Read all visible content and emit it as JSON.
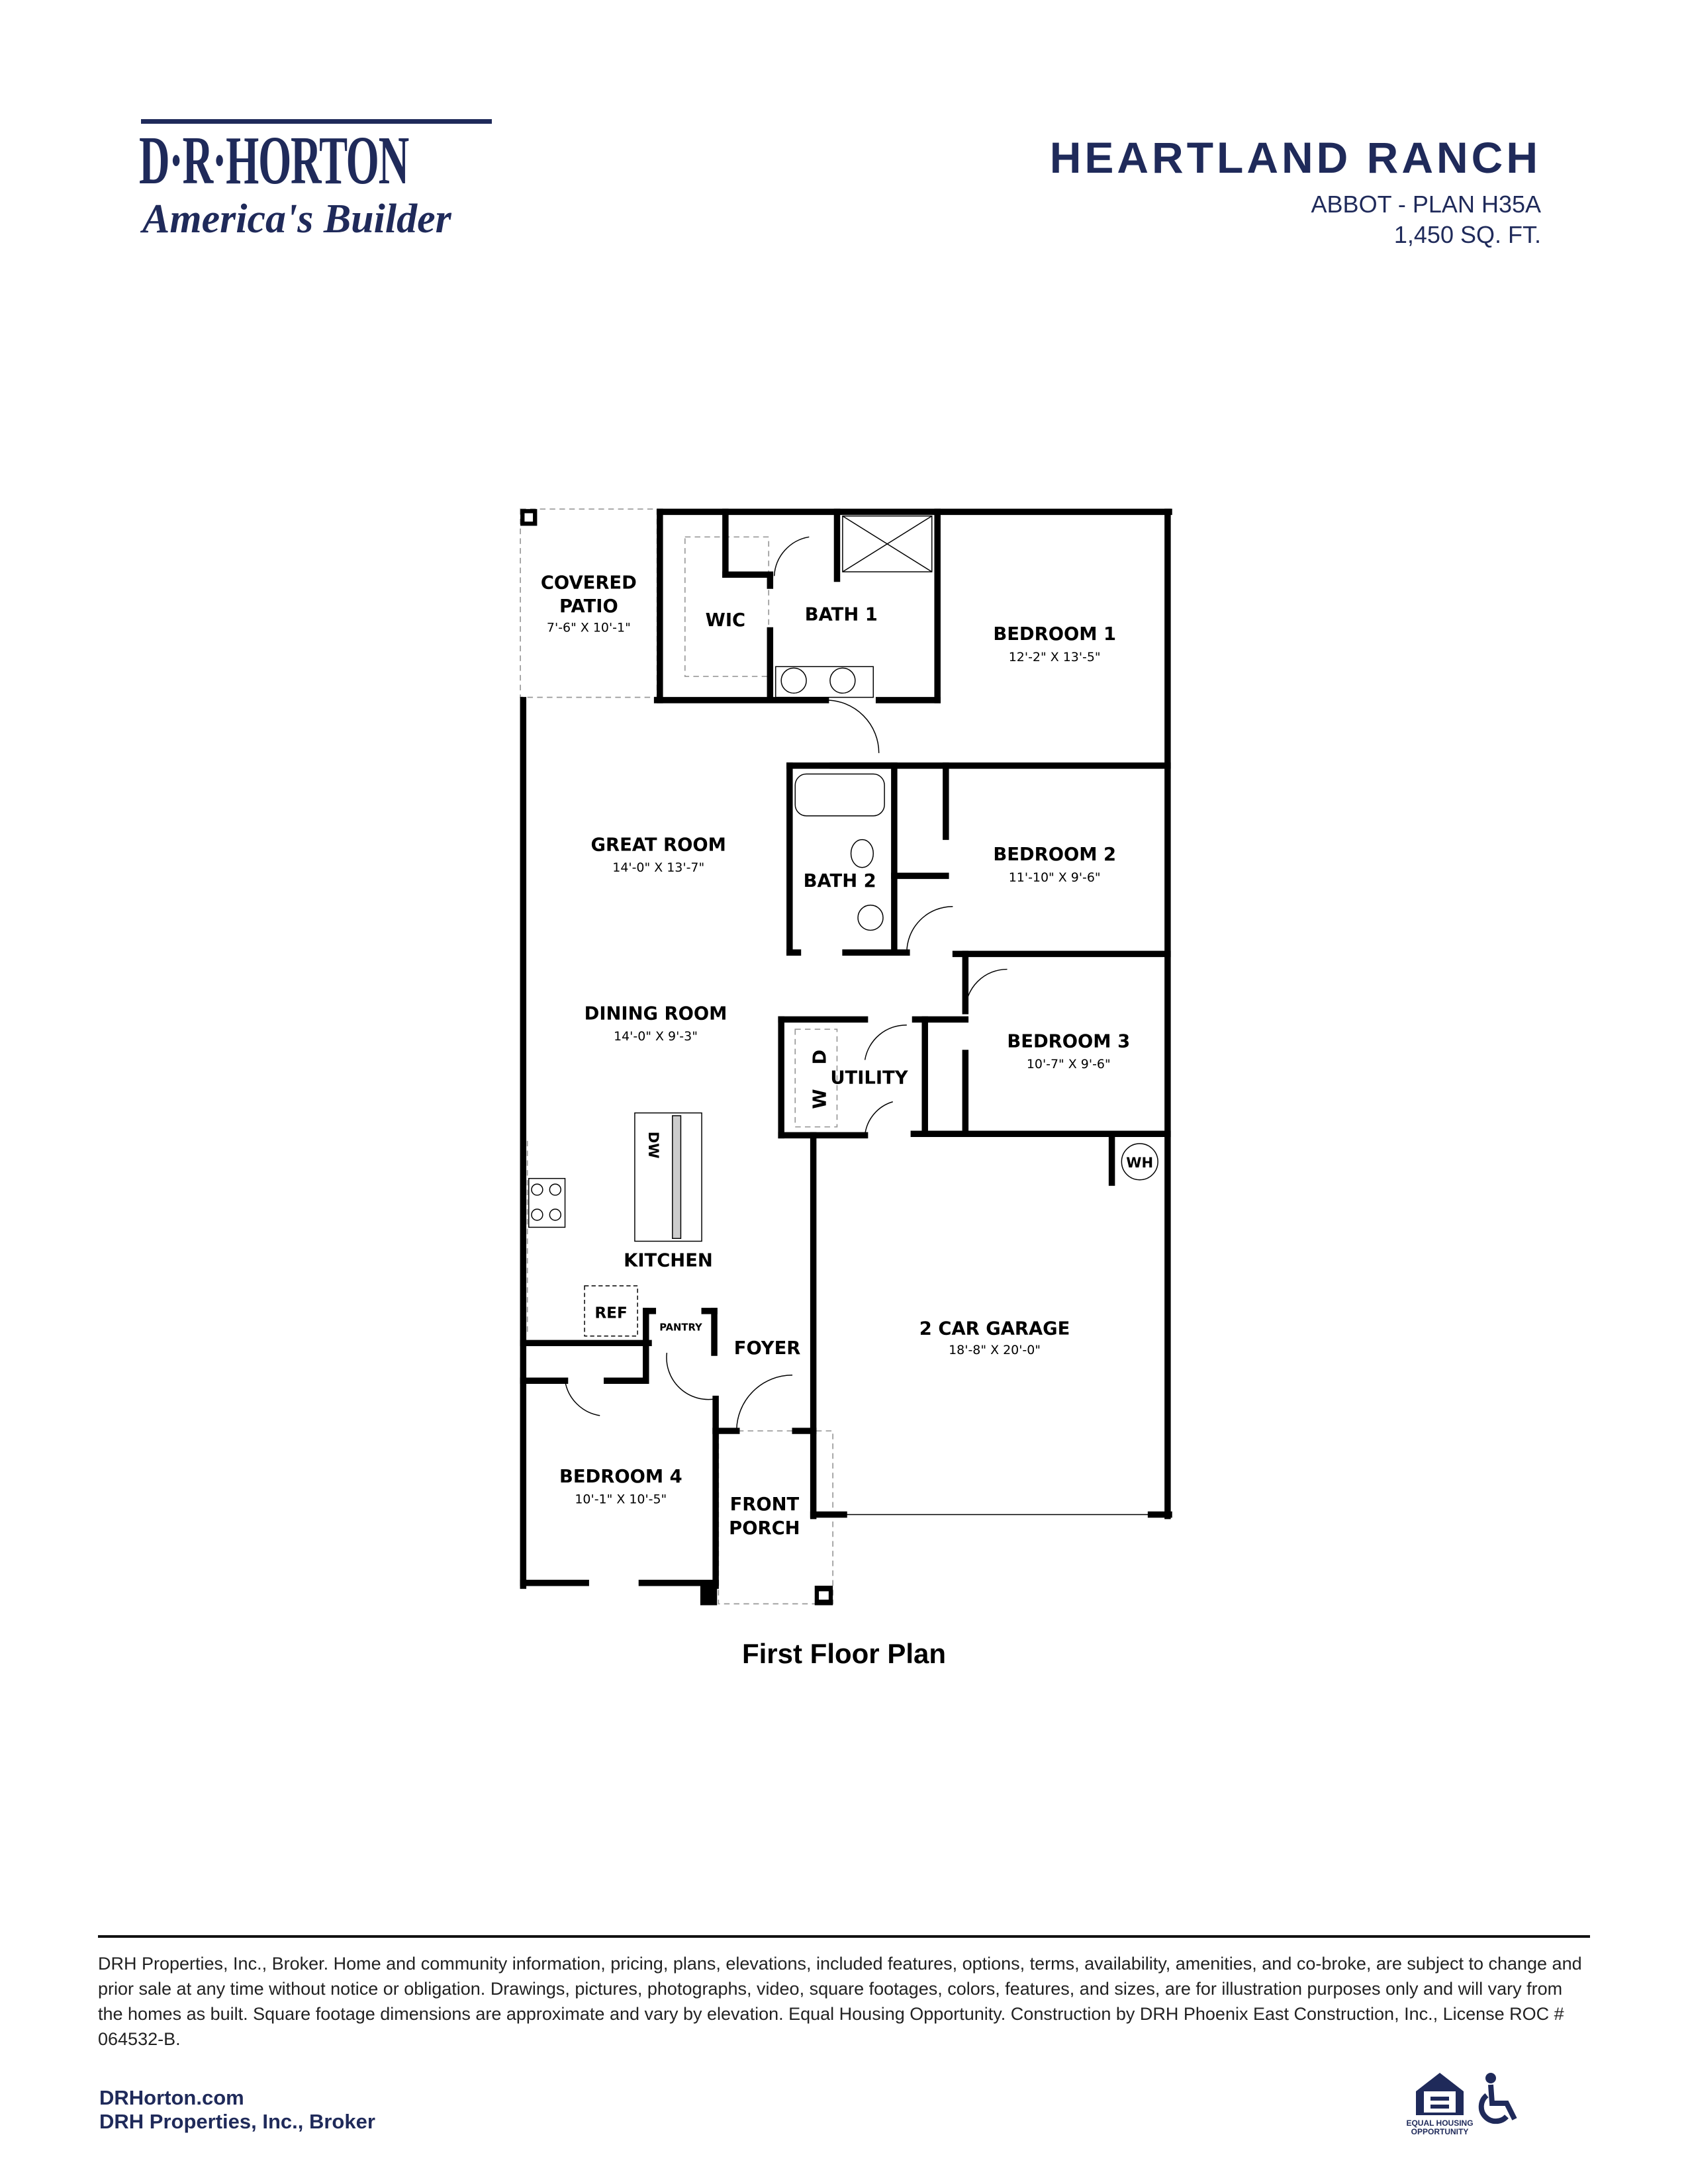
{
  "brand": {
    "logo_name": "D·R·HORTON",
    "logo_tagline": "America's Builder",
    "color": "#1f2a5a"
  },
  "header": {
    "community": "HEARTLAND RANCH",
    "plan": "ABBOT - PLAN H35A",
    "sqft": "1,450 SQ. FT."
  },
  "floor_plan": {
    "title": "First Floor Plan",
    "rooms": {
      "covered_patio": {
        "name1": "COVERED",
        "name2": "PATIO",
        "dims": "7'-6\" X 10'-1\""
      },
      "wic": {
        "name": "WIC"
      },
      "bath1": {
        "name": "BATH 1"
      },
      "bedroom1": {
        "name": "BEDROOM 1",
        "dims": "12'-2\" X 13'-5\""
      },
      "great_room": {
        "name": "GREAT ROOM",
        "dims": "14'-0\" X 13'-7\""
      },
      "bath2": {
        "name": "BATH 2"
      },
      "bedroom2": {
        "name": "BEDROOM 2",
        "dims": "11'-10\" X 9'-6\""
      },
      "dining_room": {
        "name": "DINING ROOM",
        "dims": "14'-0\" X 9'-3\""
      },
      "utility": {
        "name": "UTILITY",
        "washer": "W",
        "dryer": "D"
      },
      "bedroom3": {
        "name": "BEDROOM 3",
        "dims": "10'-7\" X 9'-6\""
      },
      "water_heater": {
        "name": "WH"
      },
      "dishwasher": {
        "name": "DW"
      },
      "kitchen": {
        "name": "KITCHEN"
      },
      "refrigerator": {
        "name": "REF"
      },
      "pantry": {
        "name": "PANTRY"
      },
      "foyer": {
        "name": "FOYER"
      },
      "garage": {
        "name": "2 CAR GARAGE",
        "dims": "18'-8\" X 20'-0\""
      },
      "bedroom4": {
        "name": "BEDROOM 4",
        "dims": "10'-1\" X 10'-5\""
      },
      "front_porch": {
        "name1": "FRONT",
        "name2": "PORCH"
      }
    }
  },
  "footer": {
    "disclaimer": "DRH Properties, Inc., Broker. Home and community information, pricing, plans, elevations, included features, options, terms, availability, amenities, and co-broke, are subject to change and prior sale at any time without notice or obligation. Drawings, pictures, photographs, video, square footages, colors, features, and sizes, are for illustration purposes only and will vary from the homes as built. Square footage dimensions are approximate and vary by elevation. Equal Housing Opportunity. Construction by DRH Phoenix East Construction, Inc., License ROC # 064532-B.",
    "website": "DRHorton.com",
    "broker": "DRH Properties, Inc., Broker",
    "eho_label": "EQUAL HOUSING OPPORTUNITY",
    "icons": [
      "equal-housing-icon",
      "accessibility-icon"
    ]
  }
}
